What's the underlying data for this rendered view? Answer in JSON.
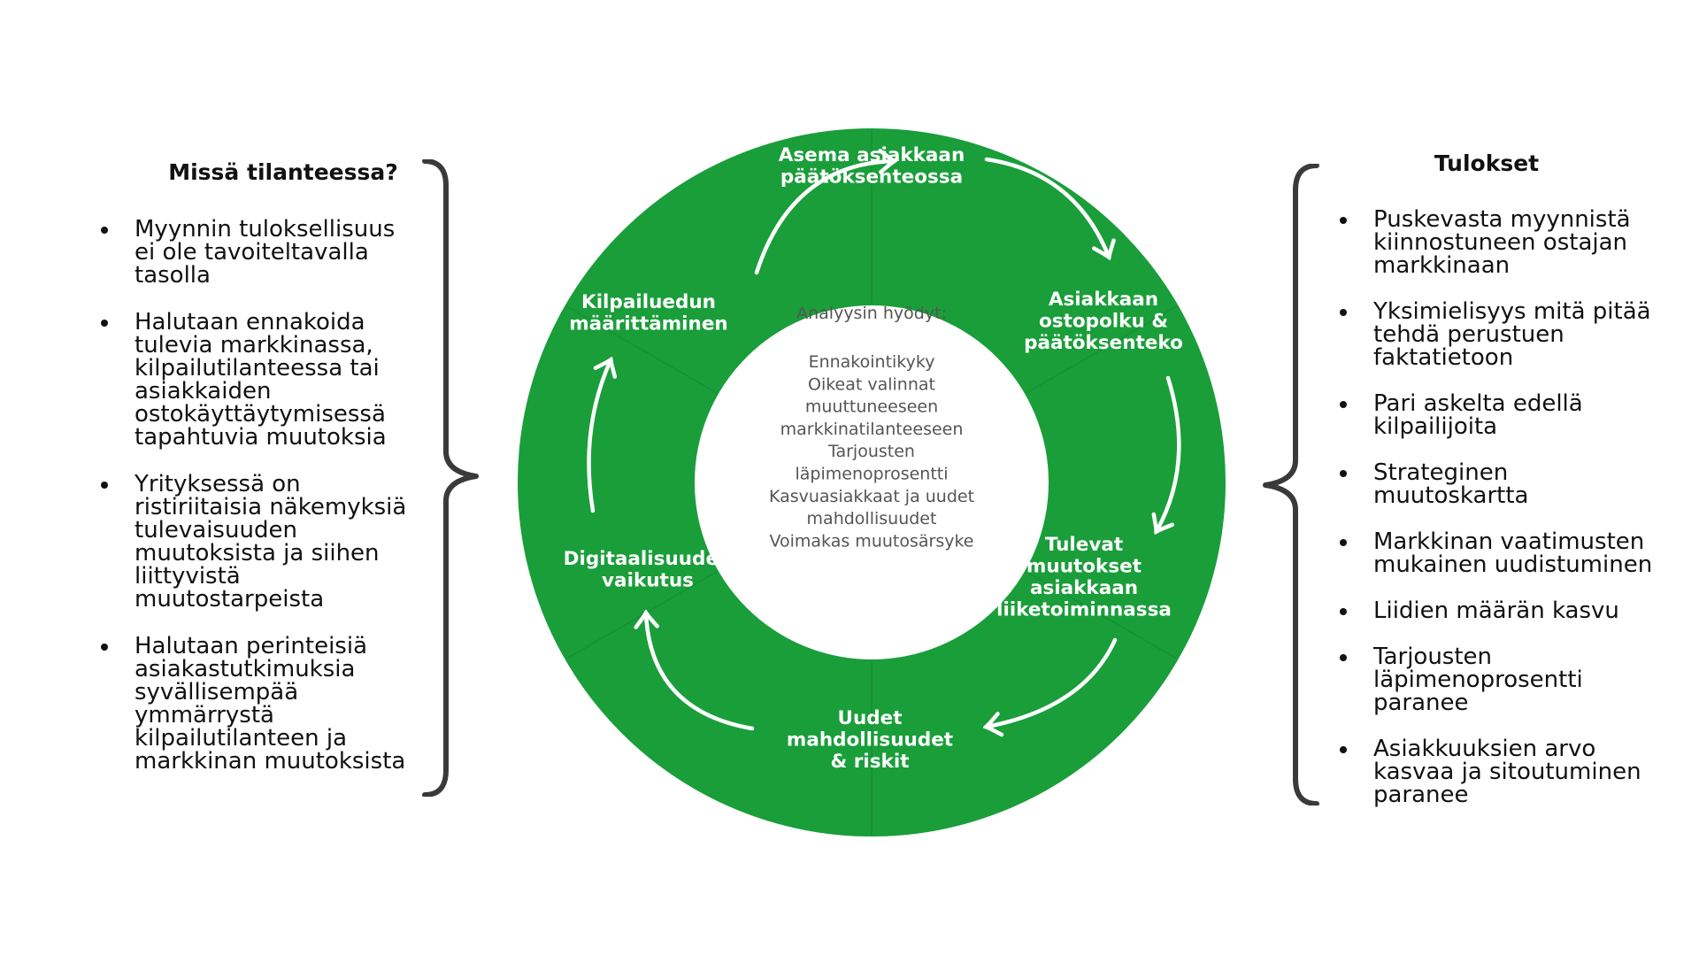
{
  "left_panel": {
    "title": "Missä tilanteessa?",
    "items": [
      [
        "Myynnin tuloksellisuus",
        "ei ole tavoiteltavalla",
        "tasolla"
      ],
      [
        "Halutaan ennakoida",
        "tulevia markkinassa,",
        "kilpailutilanteessa tai",
        "asiakkaiden",
        "ostokäyttäytymisessä",
        "tapahtuvia muutoksia"
      ],
      [
        "Yrityksessä on",
        "ristiriitaisia näkemyksiä",
        "tulevaisuuden",
        "muutoksista ja siihen",
        "liittyvistä",
        "muutostarpeista"
      ],
      [
        "Halutaan perinteisiä",
        "asiakastutkimuksia",
        "syvällisempää",
        "ymmärrystä",
        "kilpailutilanteen ja",
        "markkinan muutoksista"
      ]
    ]
  },
  "right_panel": {
    "title": "Tulokset",
    "items": [
      [
        "Puskevasta myynnistä",
        "kiinnostuneen ostajan",
        "markkinaan"
      ],
      [
        "Yksimielisyys mitä pitää",
        "tehdä perustuen",
        "faktatietoon"
      ],
      [
        "Pari askelta edellä",
        "kilpailijoita"
      ],
      [
        "Strateginen",
        "muutoskartta"
      ],
      [
        "Markkinan vaatimusten",
        "mukainen uudistuminen"
      ],
      [
        "Liidien määrän kasvu"
      ],
      [
        "Tarjousten",
        "läpimenoprosentti",
        "paranee"
      ],
      [
        "Asiakkuuksien arvo",
        "kasvaa ja sitoutuminen",
        "paranee"
      ]
    ]
  },
  "cycle": {
    "color": "#1a9e3a",
    "segments": [
      {
        "name": "segment-asema",
        "lines": [
          "Asema asiakkaan",
          "päätöksenteossa"
        ]
      },
      {
        "name": "segment-ostopolku",
        "lines": [
          "Asiakkaan",
          "ostopolku &",
          "päätöksenteko"
        ]
      },
      {
        "name": "segment-tulevat-muutokset",
        "lines": [
          "Tulevat",
          "muutokset",
          "asiakkaan",
          "liiketoiminnassa"
        ]
      },
      {
        "name": "segment-uudet-mahdollisuudet",
        "lines": [
          "Uudet",
          "mahdollisuudet",
          "& riskit"
        ]
      },
      {
        "name": "segment-digitaalisuus",
        "lines": [
          "Digitaalisuuden",
          "vaikutus"
        ]
      },
      {
        "name": "segment-kilpailuedun",
        "lines": [
          "Kilpailuedun",
          "määrittäminen"
        ]
      }
    ],
    "center": {
      "title": "Analyysin hyödyt:",
      "lines": [
        "Ennakointikyky",
        "Oikeat valinnat",
        "muuttuneeseen",
        "markkinatilanteeseen",
        "Tarjousten",
        "läpimenoprosentti",
        "Kasvuasiakkaat ja uudet",
        "mahdollisuudet",
        "Voimakas muutosärsyke"
      ]
    }
  }
}
